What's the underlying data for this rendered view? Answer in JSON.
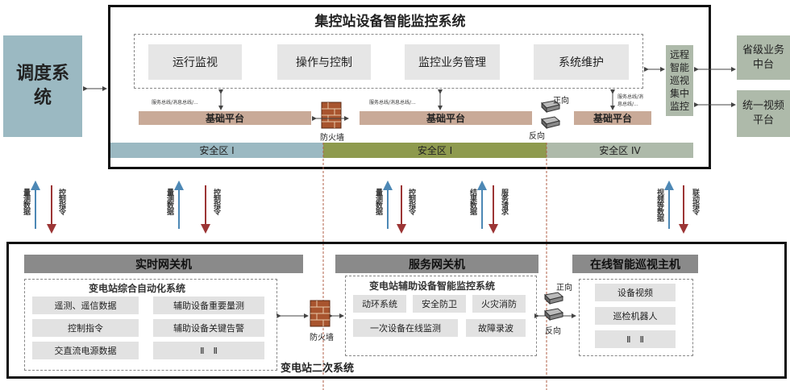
{
  "dispatch": {
    "label": "调度系统"
  },
  "province": {
    "label": "省级业务中台"
  },
  "video_platform": {
    "label": "统一视频平台"
  },
  "top_system": {
    "title": "集控站设备智能监控系统",
    "modules": [
      "运行监视",
      "操作与控制",
      "监控业务管理",
      "系统维护"
    ],
    "remote_label": "远程智能巡视集中监控",
    "bus_labels": [
      "服务总线/消息总线/...",
      "服务总线/消息总线/...",
      "服务总线/消\n息总线/..."
    ],
    "platforms": [
      "基础平台",
      "基础平台",
      "基础平台"
    ],
    "firewall_label": "防火墙",
    "forward_label": "正向",
    "reverse_label": "反向",
    "zones": [
      "安全区 I",
      "安全区 I",
      "安全区 IV"
    ]
  },
  "arrows": [
    {
      "up": "量测数据",
      "down": "控制指令"
    },
    {
      "up": "量测数据",
      "down": "控制指令"
    },
    {
      "up": "量测数据",
      "down": "控制指令"
    },
    {
      "up": "结果数据",
      "down": "服务请求"
    },
    {
      "up": "视频等数据",
      "down": "联动指令"
    }
  ],
  "bottom_system": {
    "title": "变电站二次系统",
    "realtime_gateway": "实时网关机",
    "service_gateway": "服务网关机",
    "patrol_host": "在线智能巡视主机",
    "automation": {
      "title": "变电站综合自动化系统",
      "items": [
        "遥测、遥信数据",
        "辅助设备重要量测",
        "控制指令",
        "辅助设备关键告警",
        "交直流电源数据",
        "Ⅱ　Ⅱ"
      ]
    },
    "auxiliary": {
      "title": "变电站辅助设备智能监控系统",
      "items": [
        "动环系统",
        "安全防卫",
        "火灾消防",
        "一次设备在线监测",
        "故障录波"
      ]
    },
    "patrol_items": [
      "设备视频",
      "巡检机器人",
      "Ⅱ　Ⅱ"
    ],
    "firewall_label": "防火墙",
    "forward_label": "正向",
    "reverse_label": "反向"
  },
  "colors": {
    "teal": "#9bb9c2",
    "green_zone": "#8e9a4e",
    "platform": "#c9aa98",
    "gateway": "#8a8a8a",
    "up_arrow": "#4d88b5",
    "down_arrow": "#9c3535",
    "dash_line": "#b0604a"
  }
}
